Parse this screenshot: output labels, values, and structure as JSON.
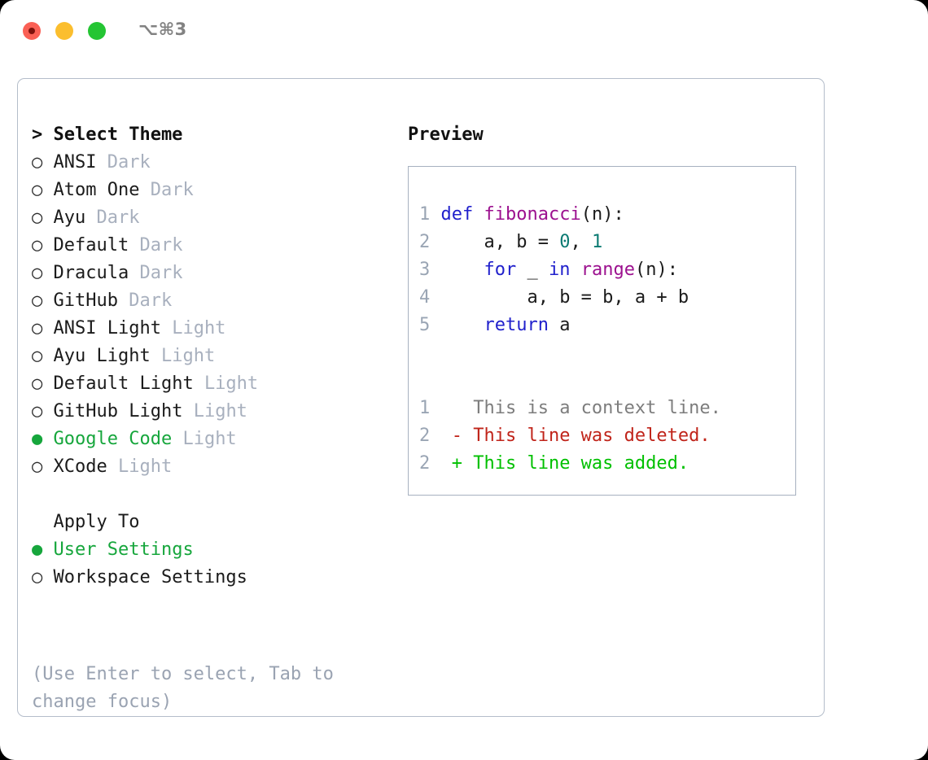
{
  "window": {
    "shortcut": "⌥⌘3",
    "traffic_lights": [
      {
        "name": "close",
        "color": "#fa6055"
      },
      {
        "name": "minimize",
        "color": "#fbbe2e"
      },
      {
        "name": "maximize",
        "color": "#24c533"
      }
    ]
  },
  "colors": {
    "selected_green": "#16a63c",
    "variant_gray": "#a8b0be",
    "hint_gray": "#9aa3b2",
    "panel_border": "#b4bdca",
    "preview_border": "#a7b1c0",
    "keyword_blue": "#2121cc",
    "function_purple": "#9c118f",
    "number_teal": "#0b7a72",
    "diff_deleted_red": "#c0241a",
    "diff_added_green": "#00c000",
    "gutter_gray": "#9aa5b4"
  },
  "theme_picker": {
    "heading": "> Select Theme",
    "bullet_unselected": "○",
    "bullet_selected": "●",
    "items": [
      {
        "name": "ANSI",
        "variant": "Dark",
        "selected": false
      },
      {
        "name": "Atom One",
        "variant": "Dark",
        "selected": false
      },
      {
        "name": "Ayu",
        "variant": "Dark",
        "selected": false
      },
      {
        "name": "Default",
        "variant": "Dark",
        "selected": false
      },
      {
        "name": "Dracula",
        "variant": "Dark",
        "selected": false
      },
      {
        "name": "GitHub",
        "variant": "Dark",
        "selected": false
      },
      {
        "name": "ANSI Light",
        "variant": "Light",
        "selected": false
      },
      {
        "name": "Ayu Light",
        "variant": "Light",
        "selected": false
      },
      {
        "name": "Default Light",
        "variant": "Light",
        "selected": false
      },
      {
        "name": "GitHub Light",
        "variant": "Light",
        "selected": false
      },
      {
        "name": "Google Code",
        "variant": "Light",
        "selected": true
      },
      {
        "name": "XCode",
        "variant": "Light",
        "selected": false
      }
    ]
  },
  "apply_to": {
    "heading": "Apply To",
    "items": [
      {
        "name": "User Settings",
        "selected": true
      },
      {
        "name": "Workspace Settings",
        "selected": false
      }
    ]
  },
  "hint": {
    "line1": "(Use Enter to select, Tab to",
    "line2": "change focus)"
  },
  "preview": {
    "heading": "Preview",
    "code_lines": [
      {
        "number": "1",
        "tokens": [
          {
            "text": "def ",
            "type": "kw"
          },
          {
            "text": "fibonacci",
            "type": "fn"
          },
          {
            "text": "(n):",
            "type": "plain"
          }
        ]
      },
      {
        "number": "2",
        "tokens": [
          {
            "text": "    a, b = ",
            "type": "plain"
          },
          {
            "text": "0",
            "type": "num"
          },
          {
            "text": ", ",
            "type": "plain"
          },
          {
            "text": "1",
            "type": "num"
          }
        ]
      },
      {
        "number": "3",
        "tokens": [
          {
            "text": "    ",
            "type": "plain"
          },
          {
            "text": "for",
            "type": "kw"
          },
          {
            "text": " _ ",
            "type": "plain"
          },
          {
            "text": "in",
            "type": "kw"
          },
          {
            "text": " ",
            "type": "plain"
          },
          {
            "text": "range",
            "type": "fn"
          },
          {
            "text": "(n):",
            "type": "plain"
          }
        ]
      },
      {
        "number": "4",
        "tokens": [
          {
            "text": "        a, b = b, a + b",
            "type": "plain"
          }
        ]
      },
      {
        "number": "5",
        "tokens": [
          {
            "text": "    ",
            "type": "plain"
          },
          {
            "text": "return",
            "type": "kw"
          },
          {
            "text": " a",
            "type": "plain"
          }
        ]
      }
    ],
    "diff_lines": [
      {
        "number": "1",
        "marker": " ",
        "text": "This is a context line.",
        "kind": "ctx"
      },
      {
        "number": "2",
        "marker": "-",
        "text": "This line was deleted.",
        "kind": "del"
      },
      {
        "number": "2",
        "marker": "+",
        "text": "This line was added.",
        "kind": "add"
      }
    ]
  }
}
